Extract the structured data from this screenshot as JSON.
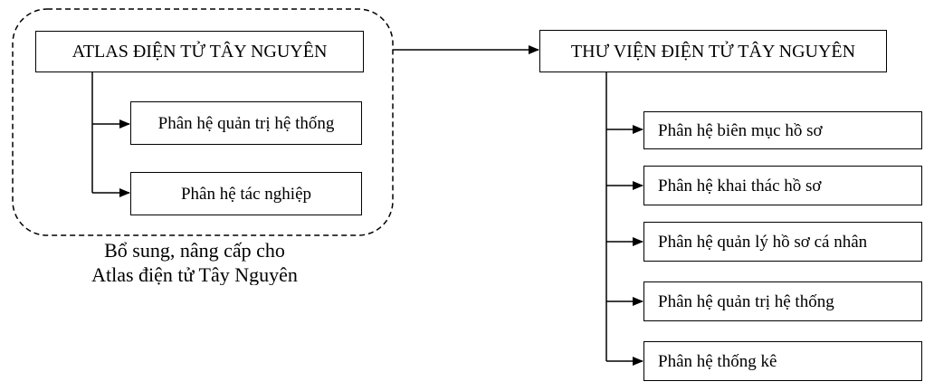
{
  "left_group": {
    "title": "ATLAS ĐIỆN TỬ TÂY NGUYÊN",
    "items": [
      "Phân hệ quản trị hệ thống",
      "Phân hệ tác nghiệp"
    ],
    "caption_line1": "Bổ sung, nâng cấp cho",
    "caption_line2": "Atlas điện tử Tây Nguyên"
  },
  "right_group": {
    "title": "THƯ VIỆN ĐIỆN TỬ TÂY NGUYÊN",
    "items": [
      "Phân hệ biên mục hồ sơ",
      "Phân hệ khai thác hồ sơ",
      "Phân hệ quản lý hồ sơ cá nhân",
      "Phân hệ quản trị hệ thống",
      "Phân hệ thống kê"
    ]
  },
  "colors": {
    "line": "#000000",
    "box_border": "#000000",
    "background": "#ffffff"
  }
}
